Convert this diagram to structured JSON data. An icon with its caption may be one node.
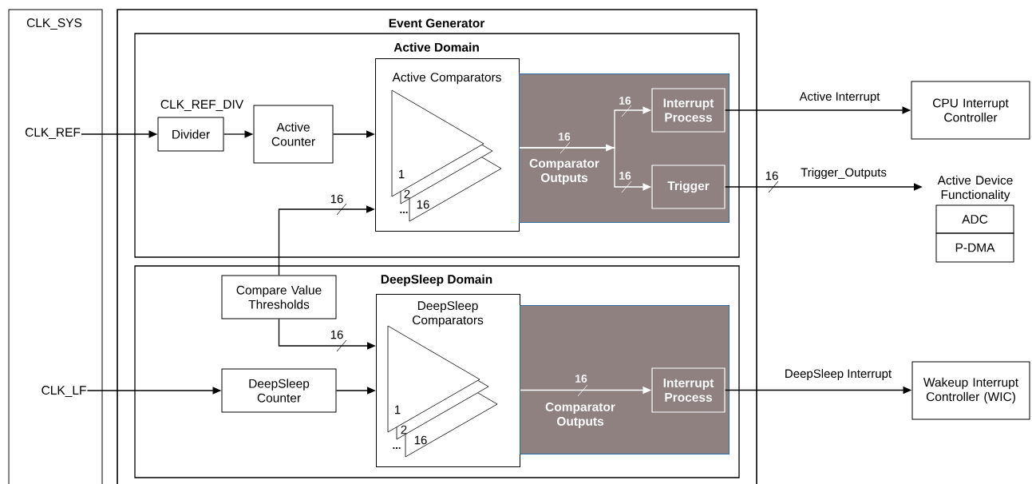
{
  "diagram": {
    "nodes": [
      {
        "text": [
          "CLK_SYS"
        ]
      },
      {
        "text": [
          "CLK_REF"
        ],
        "in": 0
      },
      {
        "text": [
          "CLK_LF"
        ],
        "in": 0
      },
      {
        "text": [
          "Event Generator"
        ]
      },
      {
        "text": [
          "Active Domain"
        ],
        "in": 3
      },
      {
        "text": [
          "Divider"
        ],
        "beside": [
          "CLK_REF_DIV"
        ],
        "in": 4
      },
      {
        "text": [
          "Active Counter"
        ],
        "in": 4
      },
      {
        "text": [
          "Active Comparators"
        ],
        "in": 4
      },
      {
        "text": [
          "Comparator Outputs"
        ],
        "in": 4
      },
      {
        "text": [
          "Interrupt Process"
        ],
        "in": 8
      },
      {
        "text": [
          "Trigger"
        ],
        "in": 8
      },
      {
        "text": [
          "DeepSleep Domain"
        ],
        "in": 3
      },
      {
        "text": [
          "Compare Value Thresholds"
        ],
        "in": 11
      },
      {
        "text": [
          "DeepSleep Counter"
        ],
        "in": 11
      },
      {
        "text": [
          "DeepSleep Comparators"
        ],
        "in": 11
      },
      {
        "text": [
          "Comparator Outputs"
        ],
        "in": 11
      },
      {
        "text": [
          "Interrupt Process"
        ],
        "in": 15
      },
      {
        "text": [
          "CPU Interrupt Controller"
        ]
      },
      {
        "text": [
          "Active Device Functionality"
        ]
      },
      {
        "text": [
          "ADC"
        ]
      },
      {
        "text": [
          "P-DMA"
        ]
      },
      {
        "text": [
          "Wakeup Interrupt Controller (WIC)"
        ]
      }
    ],
    "edges": [
      {
        "from": 1,
        "to": 5,
        "arrow": "to"
      },
      {
        "from": 5,
        "to": 6,
        "arrow": "to"
      },
      {
        "from": 6,
        "to": 7,
        "arrow": "to"
      },
      {
        "from": 12,
        "to": 7,
        "arrow": "to",
        "label": "16"
      },
      {
        "from": 12,
        "to": 14,
        "arrow": "to",
        "label": "16"
      },
      {
        "from": 2,
        "to": 13,
        "arrow": "to"
      },
      {
        "from": 13,
        "to": 14,
        "arrow": "to"
      },
      {
        "from": 7,
        "to": 9,
        "arrow": "to",
        "label": "16",
        "color": "#ffffff"
      },
      {
        "from": 7,
        "to": 10,
        "arrow": "to",
        "label": "16",
        "color": "#ffffff"
      },
      {
        "from": 14,
        "to": 16,
        "arrow": "to",
        "label": "16",
        "color": "#ffffff"
      },
      {
        "from": 9,
        "to": 17,
        "arrow": "to",
        "label": "Active Interrupt"
      },
      {
        "from": 10,
        "to": 18,
        "arrow": "to",
        "label": "Trigger_Outputs"
      },
      {
        "from": 16,
        "to": 21,
        "arrow": "to",
        "label": "DeepSleep Interrupt"
      }
    ],
    "labels": [
      "1",
      "2",
      "16",
      "...",
      "16",
      "16",
      "1",
      "2",
      "16",
      "..."
    ]
  }
}
